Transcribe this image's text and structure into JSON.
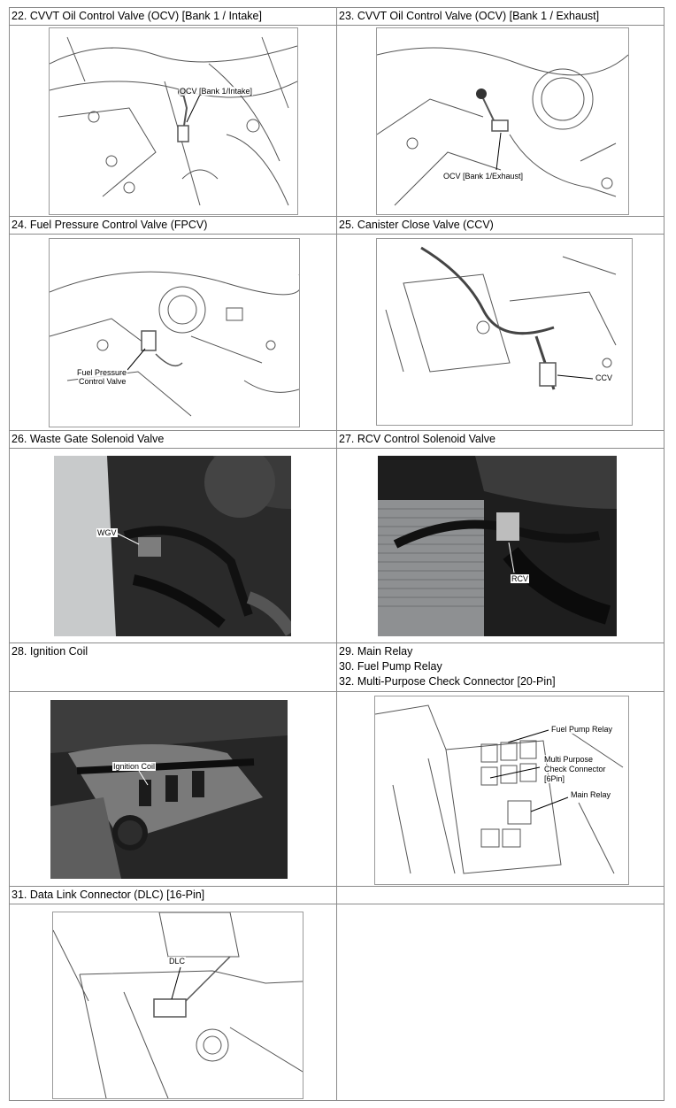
{
  "rows": [
    {
      "left_caption": "22. CVVT Oil Control Valve (OCV) [Bank 1 / Intake]",
      "right_caption": "23. CVVT Oil Control Valve (OCV) [Bank 1 / Exhaust]",
      "left_label": "OCV [Bank 1/Intake]",
      "right_label": "OCV [Bank 1/Exhaust]"
    },
    {
      "left_caption": "24. Fuel Pressure Control Valve (FPCV)",
      "right_caption": "25. Canister Close Valve (CCV)",
      "left_label_1": "Fuel Pressure",
      "left_label_2": "Control Valve",
      "right_label": "CCV"
    },
    {
      "left_caption": "26. Waste Gate Solenoid Valve",
      "right_caption": "27. RCV Control Solenoid Valve",
      "left_label": "WGV",
      "right_label": "RCV"
    },
    {
      "left_caption": "28. Ignition Coil",
      "right_caption_lines": [
        "29. Main Relay",
        "30. Fuel Pump Relay",
        "32. Multi-Purpose Check Connector [20-Pin]"
      ],
      "left_label": "Ignition Coil",
      "right_labels": [
        "Fuel Pump Relay",
        "Multi Purpose",
        "Check Connector",
        "[6Pin]",
        "Main Relay"
      ]
    },
    {
      "left_caption": "31. Data Link Connector (DLC) [16-Pin]",
      "right_caption": "",
      "left_label": "DLC"
    }
  ],
  "colors": {
    "border": "#8a8a8a",
    "line_art": "#555555",
    "photo_dark": "#1e1e1e"
  }
}
